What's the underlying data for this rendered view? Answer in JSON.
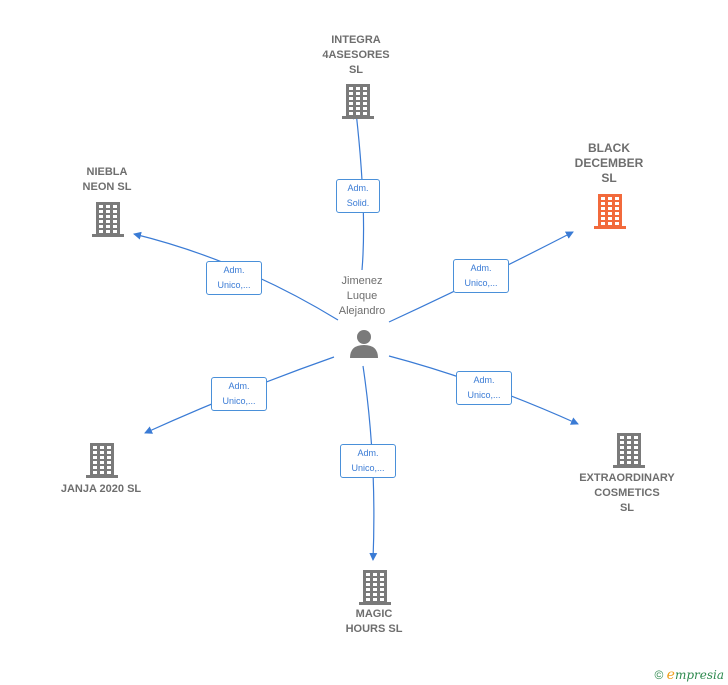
{
  "center": {
    "name": "Jimenez\nLuque\nAlejandro",
    "icon": "person-icon"
  },
  "companies": [
    {
      "id": "integra",
      "name": "INTEGRA\n4ASESORES\nSL",
      "icon": "building-icon",
      "color": "#7a7a7a"
    },
    {
      "id": "black",
      "name": "BLACK\nDECEMBER\nSL",
      "icon": "building-icon",
      "color": "#f26a3c"
    },
    {
      "id": "niebla",
      "name": "NIEBLA\nNEON  SL",
      "icon": "building-icon",
      "color": "#7a7a7a"
    },
    {
      "id": "janja",
      "name": "JANJA 2020  SL",
      "icon": "building-icon",
      "color": "#7a7a7a"
    },
    {
      "id": "extra",
      "name": "EXTRAORDINARY\nCOSMETICS\nSL",
      "icon": "building-icon",
      "color": "#7a7a7a"
    },
    {
      "id": "magic",
      "name": "MAGIC\nHOURS  SL",
      "icon": "building-icon",
      "color": "#7a7a7a"
    }
  ],
  "edges": [
    {
      "target": "integra",
      "label": "Adm.\nSolid."
    },
    {
      "target": "black",
      "label": "Adm.\nUnico,..."
    },
    {
      "target": "niebla",
      "label": "Adm.\nUnico,..."
    },
    {
      "target": "janja",
      "label": "Adm.\nUnico,..."
    },
    {
      "target": "extra",
      "label": "Adm.\nUnico,..."
    },
    {
      "target": "magic",
      "label": "Adm.\nUnico,..."
    }
  ],
  "colors": {
    "edge": "#3a7bd5",
    "node": "#7a7a7a",
    "highlight": "#f26a3c"
  },
  "footer": {
    "copyright": "©",
    "brand_initial": "e",
    "brand_rest": "mpresia"
  }
}
